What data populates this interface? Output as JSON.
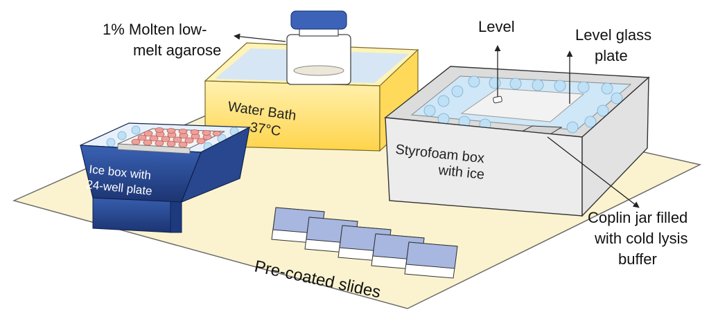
{
  "labels": {
    "agarose_line1": "1% Molten low-",
    "agarose_line2": "melt agarose",
    "water_bath_line1": "Water Bath",
    "water_bath_line2": "37°C",
    "ice_box_line1": "Ice box with",
    "ice_box_line2": "24-well plate",
    "styrofoam_line1": "Styrofoam box",
    "styrofoam_line2": "with ice",
    "level": "Level",
    "glass_line1": "Level glass",
    "glass_line2": "plate",
    "coplin_line1": "Coplin jar filled",
    "coplin_line2": "with cold lysis",
    "coplin_line3": "buffer",
    "slides": "Pre-coated slides"
  },
  "colors": {
    "bench": "#fbf3cf",
    "water_bath": "#ffe27a",
    "water": "#d6e6f5",
    "ice_box": "#2e4f9a",
    "wells": "#f0a09a",
    "styrofoam": "#e8e8e8",
    "slide_frosted": "#a7b7e0",
    "jar_cap": "#3d63b8"
  },
  "icons": [
    "bottle-icon",
    "ice-cubes-icon",
    "well-plate-icon",
    "level-icon",
    "slide-icon"
  ]
}
